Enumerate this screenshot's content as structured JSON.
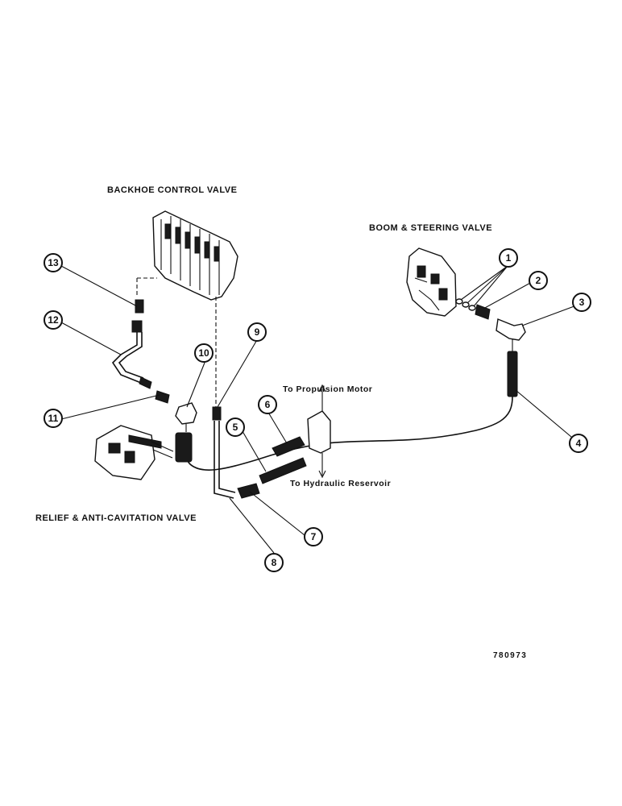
{
  "titles": {
    "backhoe_valve": "BACKHOE CONTROL VALVE",
    "boom_valve": "BOOM & STEERING VALVE",
    "relief_valve": "RELIEF & ANTI-CAVITATION VALVE"
  },
  "notes": {
    "propulsion": "To Propulsion Motor",
    "reservoir": "To Hydraulic Reservoir"
  },
  "callouts": [
    "1",
    "2",
    "3",
    "4",
    "5",
    "6",
    "7",
    "8",
    "9",
    "10",
    "11",
    "12",
    "13"
  ],
  "drawing_number": "780973"
}
